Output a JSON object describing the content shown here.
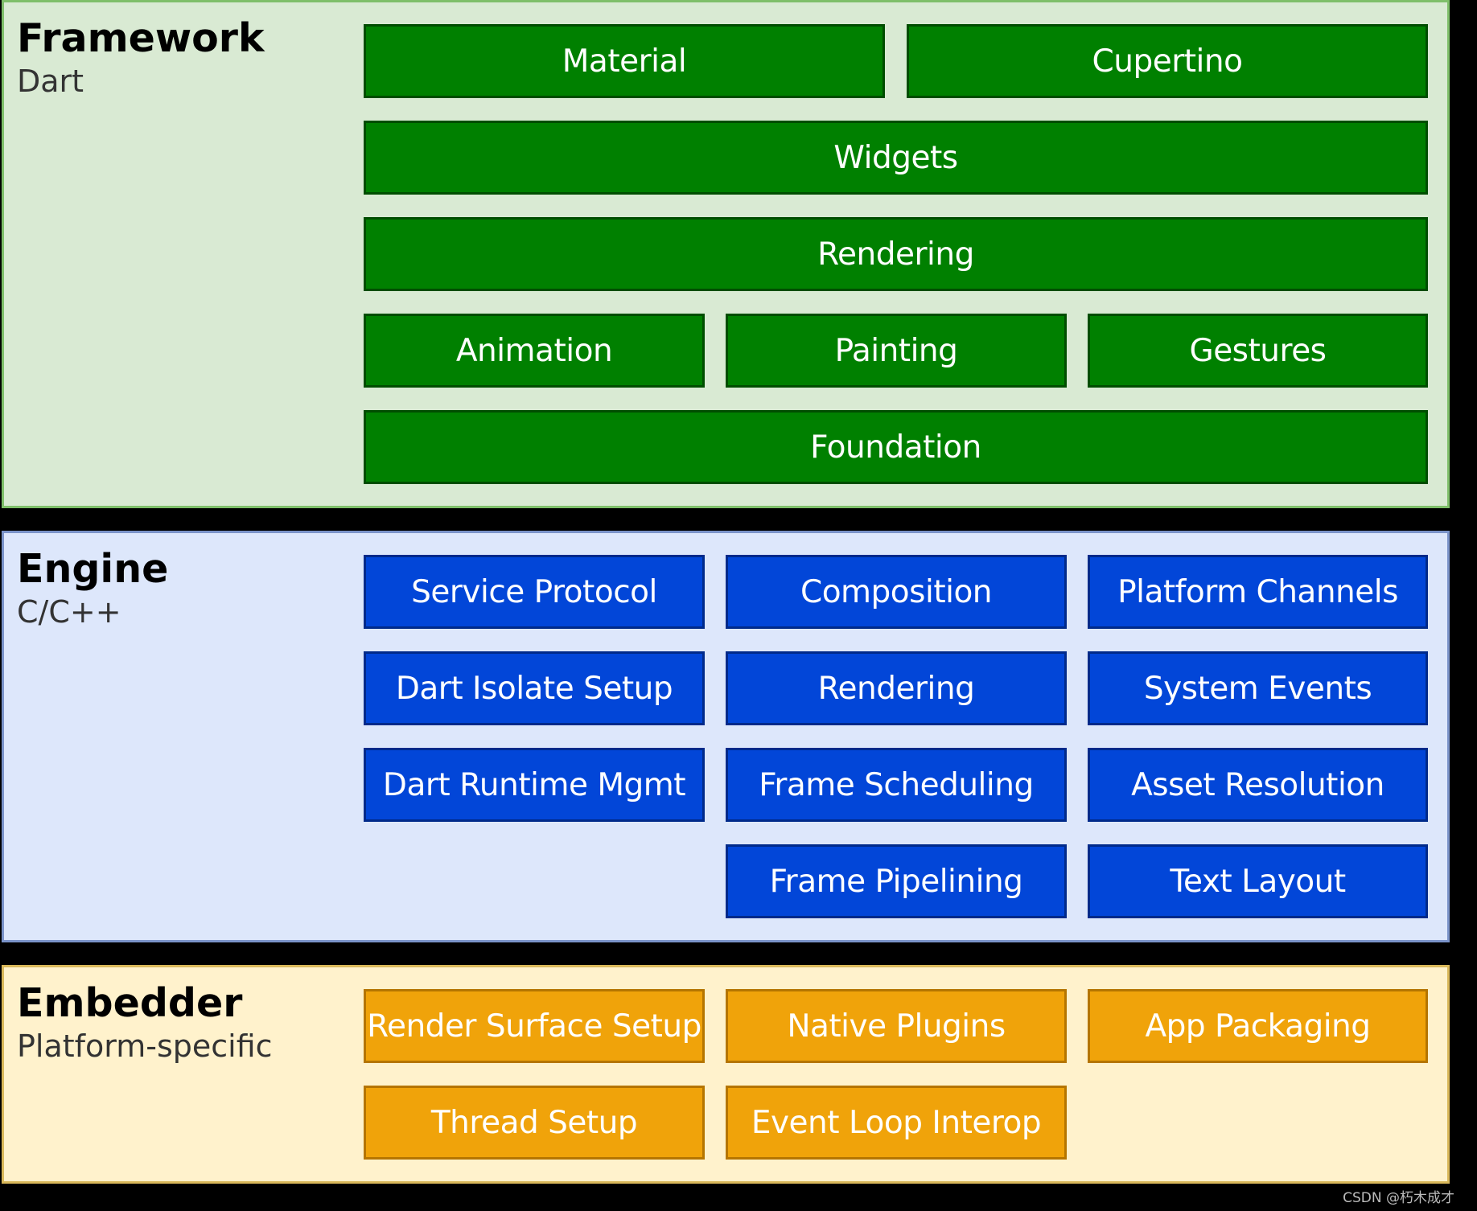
{
  "colors": {
    "framework_bg": "#d9ead3",
    "framework_border": "#7fbf6a",
    "framework_block": "#008000",
    "framework_block_border": "#004d00",
    "engine_bg": "#dde7fb",
    "engine_border": "#7a93c9",
    "engine_block": "#0246d8",
    "engine_block_border": "#002a8a",
    "embedder_bg": "#fff2cc",
    "embedder_border": "#d9b85a",
    "embedder_block": "#f0a30a",
    "embedder_block_border": "#b57500"
  },
  "layers": {
    "framework": {
      "title": "Framework",
      "subtitle": "Dart",
      "blocks": {
        "material": "Material",
        "cupertino": "Cupertino",
        "widgets": "Widgets",
        "rendering": "Rendering",
        "animation": "Animation",
        "painting": "Painting",
        "gestures": "Gestures",
        "foundation": "Foundation"
      }
    },
    "engine": {
      "title": "Engine",
      "subtitle": "C/C++",
      "blocks": {
        "service_protocol": "Service Protocol",
        "composition": "Composition",
        "platform_channels": "Platform Channels",
        "dart_isolate_setup": "Dart Isolate Setup",
        "rendering": "Rendering",
        "system_events": "System Events",
        "dart_runtime_mgmt": "Dart Runtime Mgmt",
        "frame_scheduling": "Frame Scheduling",
        "asset_resolution": "Asset Resolution",
        "frame_pipelining": "Frame Pipelining",
        "text_layout": "Text Layout"
      }
    },
    "embedder": {
      "title": "Embedder",
      "subtitle": "Platform-specific",
      "blocks": {
        "render_surface_setup": "Render Surface Setup",
        "native_plugins": "Native Plugins",
        "app_packaging": "App Packaging",
        "thread_setup": "Thread Setup",
        "event_loop_interop": "Event Loop Interop"
      }
    }
  },
  "watermark": "CSDN @朽木成才"
}
